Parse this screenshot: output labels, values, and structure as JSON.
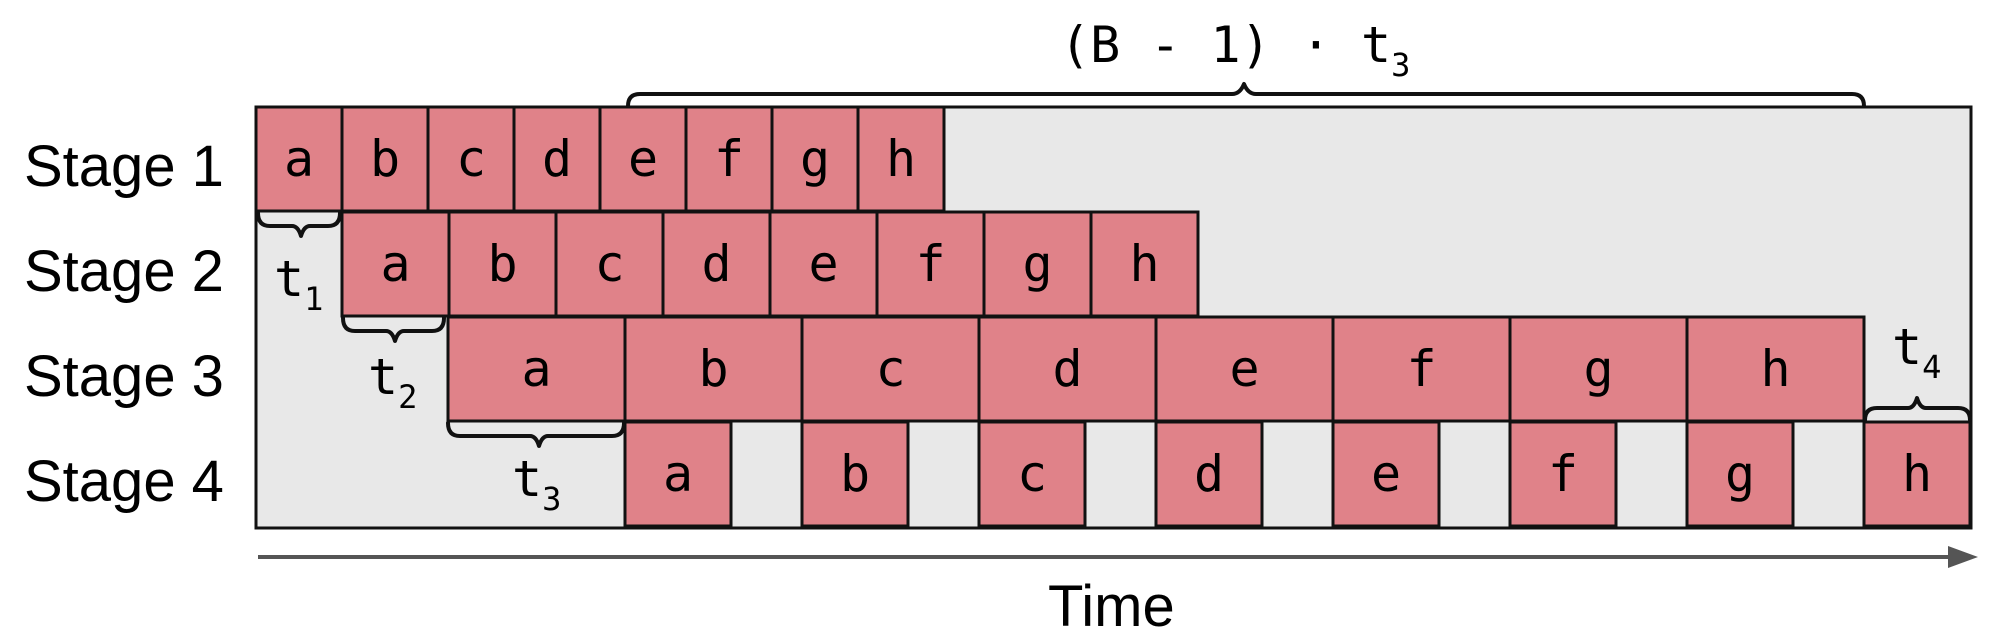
{
  "axis": {
    "label": "Time"
  },
  "colors": {
    "block_fill": "#E08289",
    "block_stroke": "#111111",
    "background": "#E8E8E8",
    "arrow": "#555555"
  },
  "stages": [
    {
      "label": "Stage 1",
      "blocks": [
        "a",
        "b",
        "c",
        "d",
        "e",
        "f",
        "g",
        "h"
      ]
    },
    {
      "label": "Stage 2",
      "blocks": [
        "a",
        "b",
        "c",
        "d",
        "e",
        "f",
        "g",
        "h"
      ]
    },
    {
      "label": "Stage 3",
      "blocks": [
        "a",
        "b",
        "c",
        "d",
        "e",
        "f",
        "g",
        "h"
      ]
    },
    {
      "label": "Stage 4",
      "blocks": [
        "a",
        "b",
        "c",
        "d",
        "e",
        "f",
        "g",
        "h"
      ]
    }
  ],
  "annotations": {
    "t1": {
      "base": "t",
      "sub": "1"
    },
    "t2": {
      "base": "t",
      "sub": "2"
    },
    "t3": {
      "base": "t",
      "sub": "3"
    },
    "t4": {
      "base": "t",
      "sub": "4"
    },
    "top": {
      "text": "(B - 1) · t",
      "sub": "3"
    }
  }
}
